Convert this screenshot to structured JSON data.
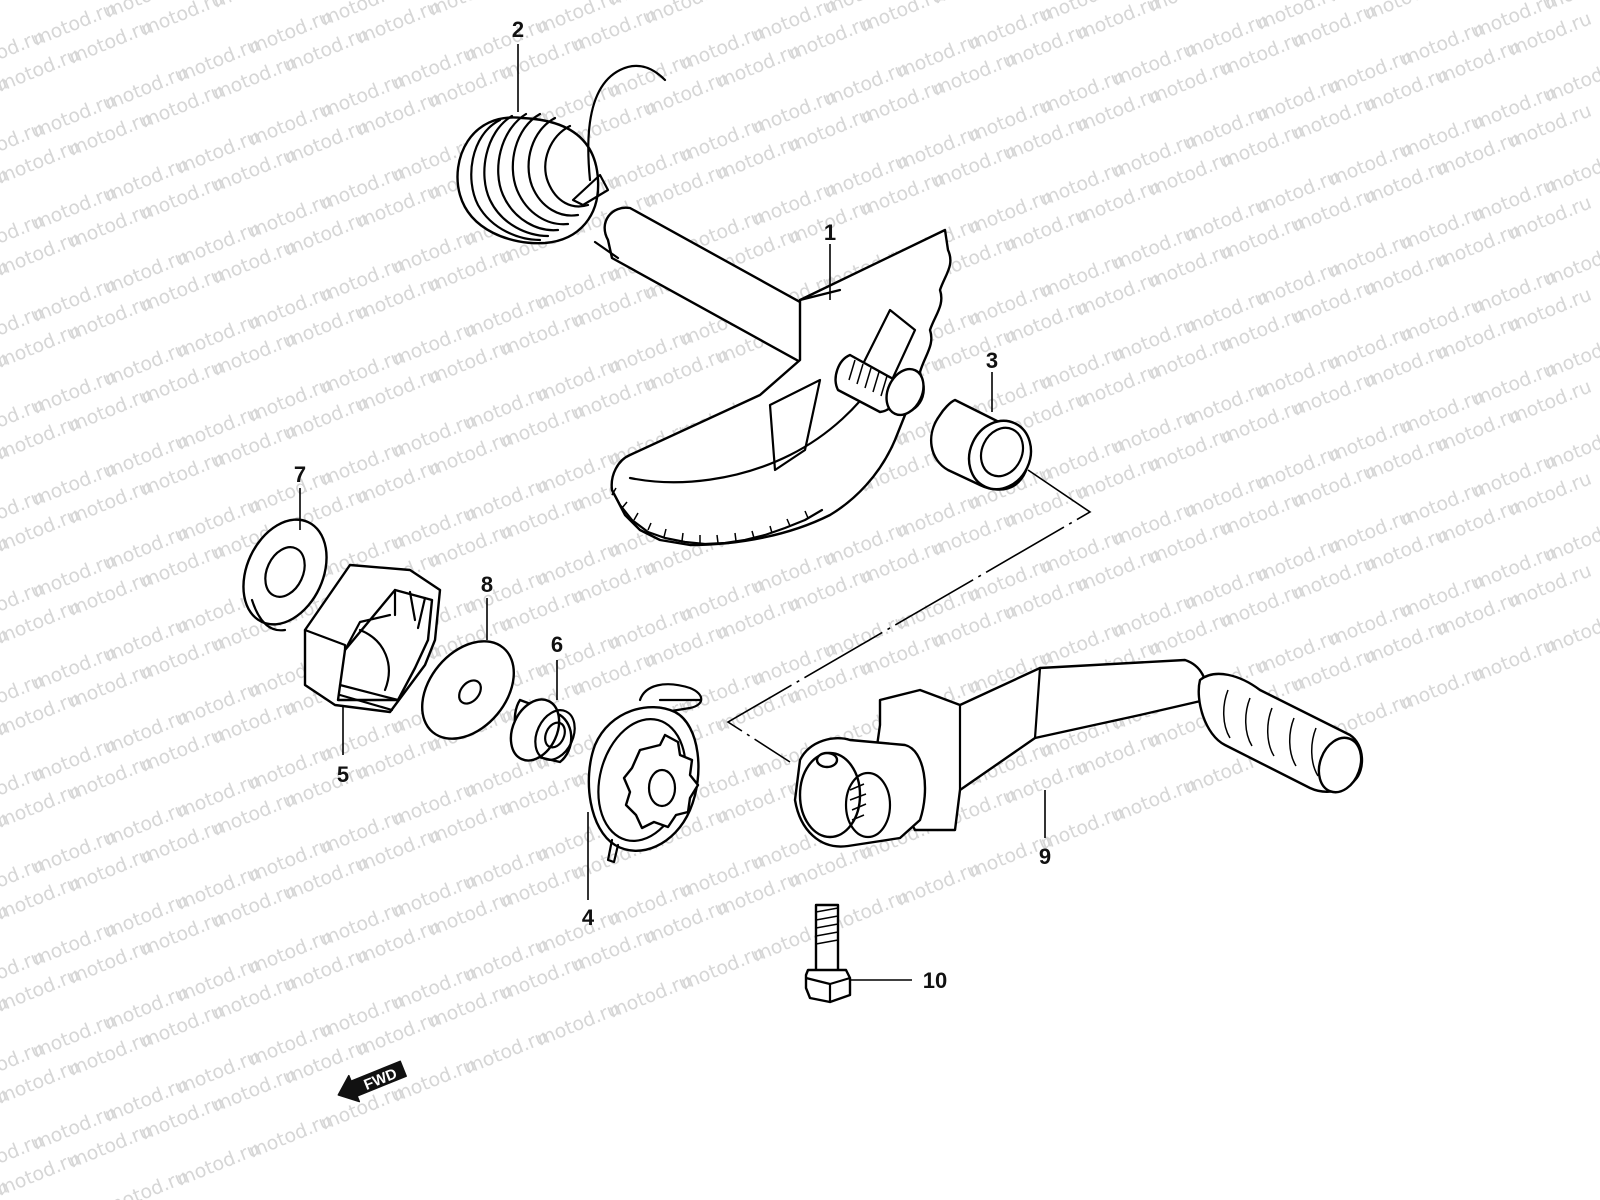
{
  "watermark": {
    "text": "motod.ru",
    "color": "#d6d6d6"
  },
  "direction_marker": {
    "label": "FWD",
    "icon": "fwd-arrow-icon"
  },
  "callouts": [
    {
      "id": "c1",
      "label": "1"
    },
    {
      "id": "c2",
      "label": "2"
    },
    {
      "id": "c3",
      "label": "3"
    },
    {
      "id": "c4",
      "label": "4"
    },
    {
      "id": "c5",
      "label": "5"
    },
    {
      "id": "c6",
      "label": "6"
    },
    {
      "id": "c7",
      "label": "7"
    },
    {
      "id": "c8",
      "label": "8"
    },
    {
      "id": "c9",
      "label": "9"
    },
    {
      "id": "c10",
      "label": "10"
    }
  ]
}
